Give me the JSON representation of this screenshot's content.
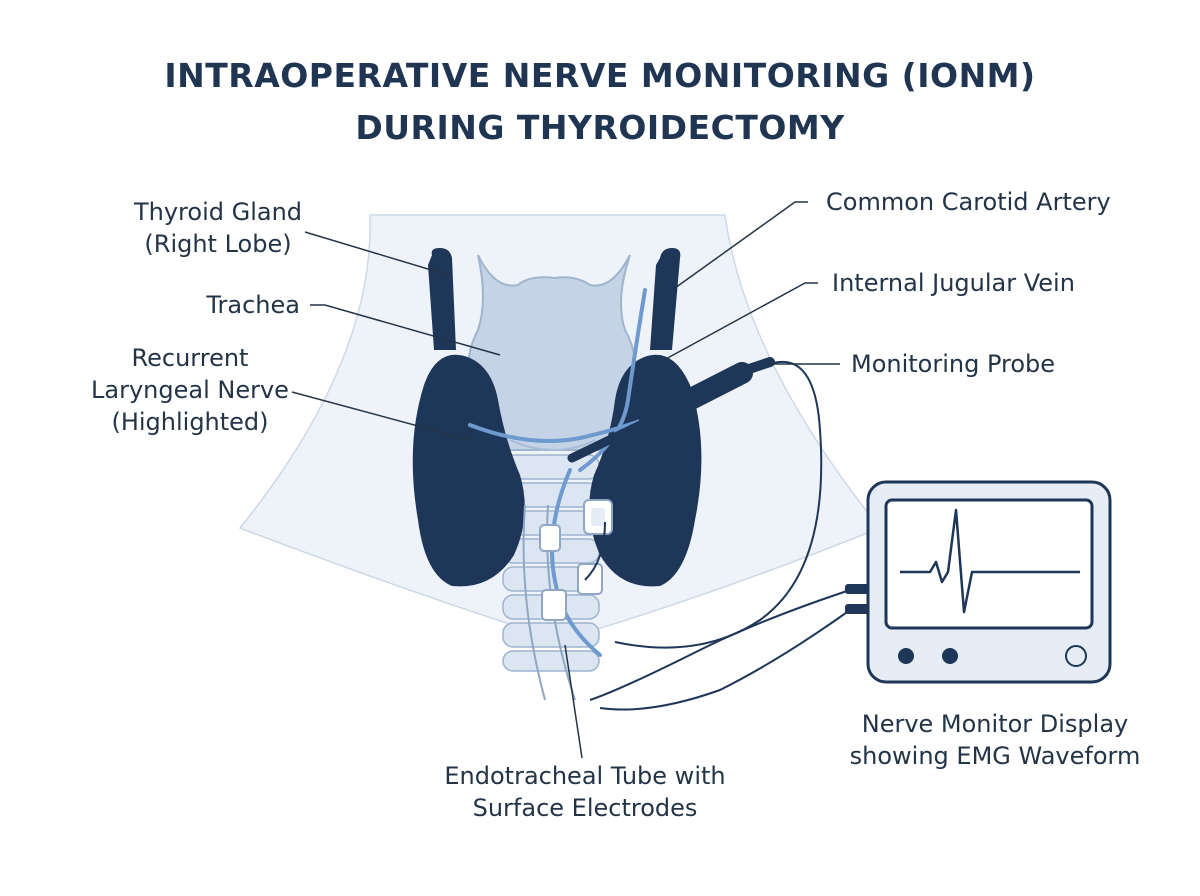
{
  "title": {
    "line1": "INTRAOPERATIVE NERVE MONITORING (IONM)",
    "line2": "DURING THYROIDECTOMY"
  },
  "labels": {
    "thyroid_gland": [
      "Thyroid Gland",
      "(Right Lobe)"
    ],
    "trachea": "Trachea",
    "recurrent_laryngeal_nerve": [
      "Recurrent",
      "Laryngeal Nerve",
      "(Highlighted)"
    ],
    "common_carotid_artery": "Common Carotid Artery",
    "internal_jugular_vein": "Internal Jugular Vein",
    "monitoring_probe": "Monitoring Probe",
    "nerve_monitor_display": [
      "Nerve Monitor Display",
      "showing EMG Waveform"
    ],
    "endotracheal_tube": [
      "Endotracheal Tube with",
      "Surface Electrodes"
    ]
  },
  "colors": {
    "title": "#1f3552",
    "text": "#243447",
    "dark_navy": "#1e3658",
    "trachea_fill": "#c5d3e6",
    "nerve_blue": "#6e9ad0",
    "neck_bg": "#eef3f9",
    "monitor_fill": "#e6edf6"
  }
}
